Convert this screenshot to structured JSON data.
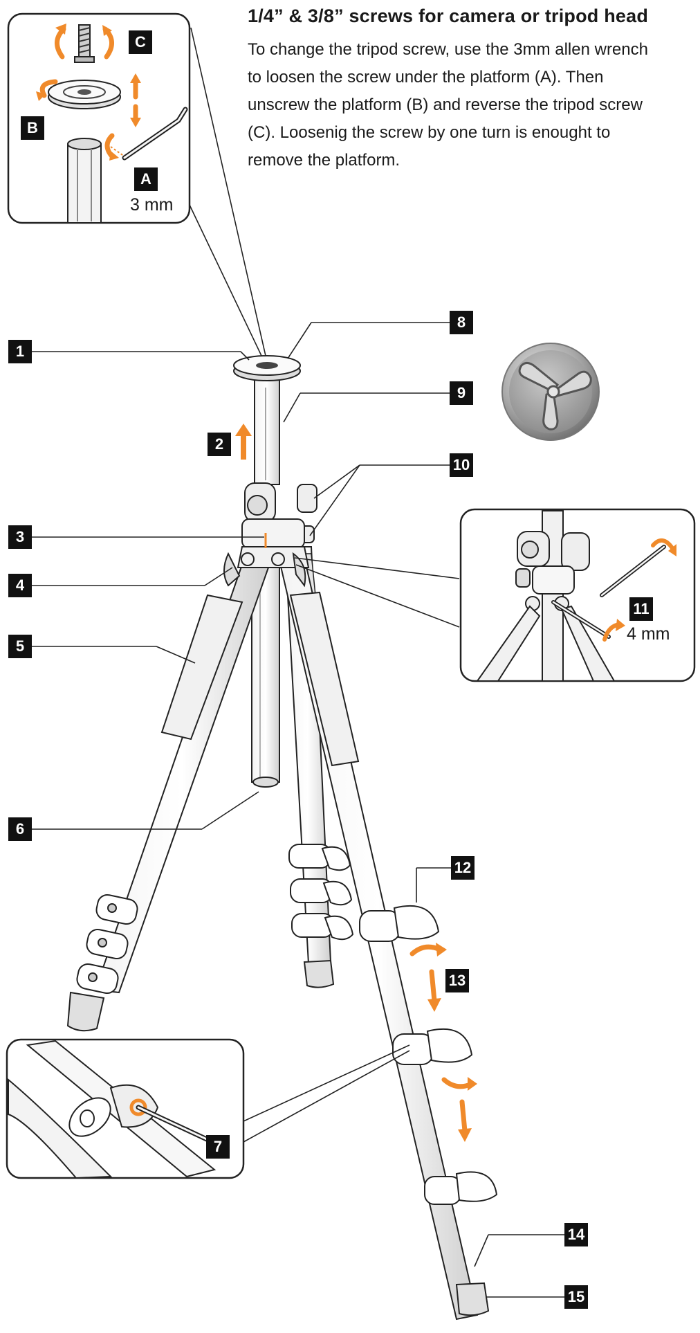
{
  "header": {
    "title": "1/4” & 3/8” screws for camera or tripod head",
    "lines": [
      "To change the tripod screw, use the 3mm allen wrench",
      "to loosen the screw under the platform (A). Then",
      "unscrew the platform (B) and reverse the tripod screw",
      "(C). Loosenig the screw by one turn is enought to",
      "remove the platform."
    ]
  },
  "labels": {
    "A": "A",
    "B": "B",
    "C": "C",
    "n1": "1",
    "n2": "2",
    "n3": "3",
    "n4": "4",
    "n5": "5",
    "n6": "6",
    "n7": "7",
    "n8": "8",
    "n9": "9",
    "n10": "10",
    "n11": "11",
    "n12": "12",
    "n13": "13",
    "n14": "14",
    "n15": "15"
  },
  "measures": {
    "wrench_small": "3 mm",
    "wrench_large": "4 mm"
  },
  "icons": {
    "logo": "multi-head-logo-icon",
    "arrows": "rotation-arrow-icon"
  },
  "colors": {
    "accent": "#f08a2a",
    "label_bg": "#111111",
    "line": "#222222"
  }
}
